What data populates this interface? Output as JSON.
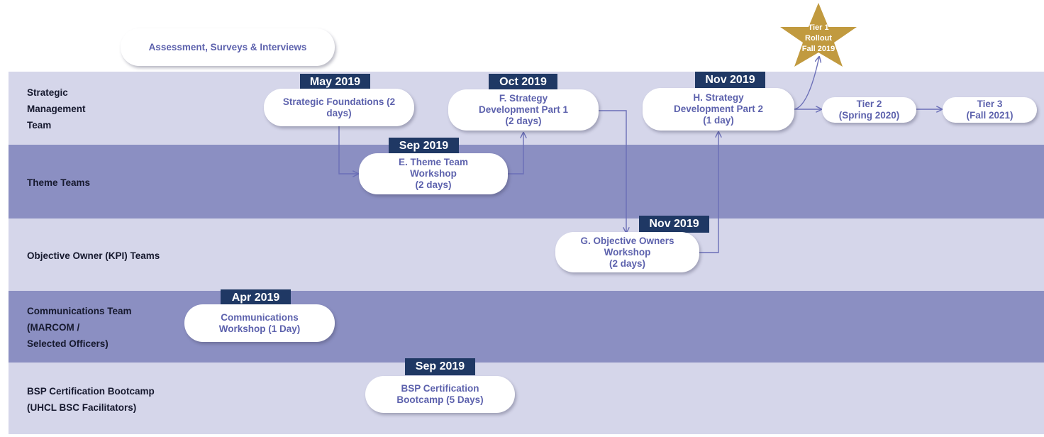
{
  "lanes": {
    "strategic": "Strategic\nManagement\nTeam",
    "theme": "Theme Teams",
    "objective": "Objective Owner (KPI) Teams",
    "communications": "Communications Team\n(MARCOM /\nSelected Officers)",
    "bsp": "BSP Certification Bootcamp\n(UHCL BSC Facilitators)"
  },
  "assessment": "Assessment, Surveys & Interviews",
  "steps": {
    "strategic_foundations": {
      "label": "Strategic Foundations (2\ndays)",
      "date": "May 2019"
    },
    "theme_workshop": {
      "label": "E. Theme Team\nWorkshop\n(2 days)",
      "date": "Sep 2019"
    },
    "strategy_dev_1": {
      "label": "F. Strategy\nDevelopment Part 1\n(2 days)",
      "date": "Oct 2019"
    },
    "objective_owners": {
      "label": "G. Objective Owners\nWorkshop\n(2 days)",
      "date": "Nov 2019"
    },
    "strategy_dev_2": {
      "label": "H. Strategy\nDevelopment  Part 2\n(1 day)",
      "date": "Nov 2019"
    },
    "communications": {
      "label": "Communications\nWorkshop  (1 Day)",
      "date": "Apr 2019"
    },
    "bsp_bootcamp": {
      "label": "BSP Certification\nBootcamp  (5 Days)",
      "date": "Sep 2019"
    }
  },
  "tiers": {
    "tier1": "Tier 1\nRollout\nFall 2019",
    "tier2": "Tier 2\n(Spring 2020)",
    "tier3": "Tier 3\n(Fall 2021)"
  },
  "colors": {
    "lane_light": "#d5d6ea",
    "lane_dark": "#8b8fc2",
    "pill_text": "#5d62ad",
    "date_badge": "#1f3864",
    "connector": "#6b6fb7",
    "star": "#c19a3f"
  }
}
